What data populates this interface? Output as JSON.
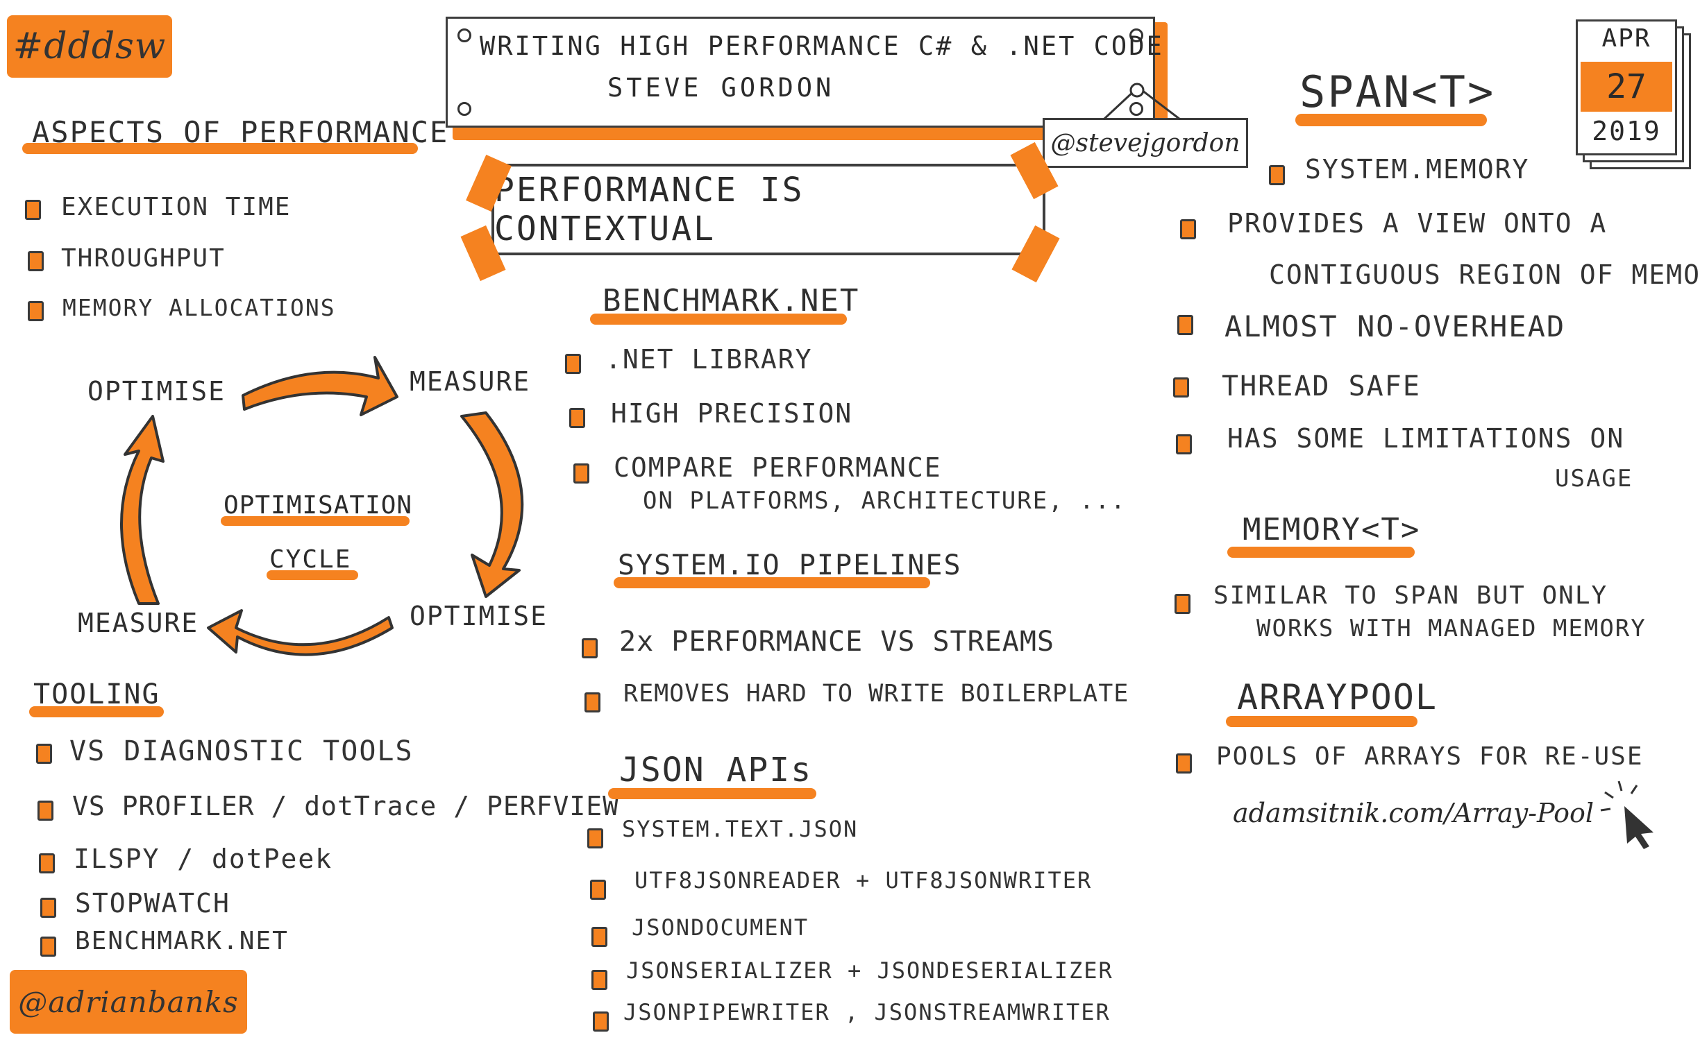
{
  "hashtag": "#dddsw",
  "author_handle": "@adrianbanks",
  "title": {
    "line1": "WRITING HIGH PERFORMANCE C# & .NET CODE",
    "speaker": "STEVE GORDON",
    "speaker_handle": "@stevejgordon"
  },
  "date": {
    "month": "APR",
    "day": "27",
    "year": "2019"
  },
  "banner": "PERFORMANCE IS CONTEXTUAL",
  "aspects": {
    "heading": "ASPECTS OF PERFORMANCE",
    "items": [
      "EXECUTION TIME",
      "THROUGHPUT",
      "MEMORY ALLOCATIONS"
    ]
  },
  "cycle": {
    "title_line1": "OPTIMISATION",
    "title_line2": "CYCLE",
    "labels": [
      "OPTIMISE",
      "MEASURE",
      "OPTIMISE",
      "MEASURE"
    ]
  },
  "tooling": {
    "heading": "TOOLING",
    "items": [
      "VS DIAGNOSTIC TOOLS",
      "VS PROFILER / dotTrace / PERFVIEW",
      "ILSPY / dotPeek",
      "STOPWATCH",
      "BENCHMARK.NET"
    ]
  },
  "benchmark": {
    "heading": "BENCHMARK.NET",
    "items": [
      ".NET LIBRARY",
      "HIGH PRECISION",
      "COMPARE PERFORMANCE",
      "ON PLATFORMS, ARCHITECTURE, ..."
    ]
  },
  "pipelines": {
    "heading": "SYSTEM.IO PIPELINES",
    "items": [
      "2x PERFORMANCE VS STREAMS",
      "REMOVES HARD TO WRITE BOILERPLATE"
    ]
  },
  "json": {
    "heading": "JSON APIs",
    "items": [
      "SYSTEM.TEXT.JSON",
      "UTF8JSONREADER + UTF8JSONWRITER",
      "JSONDOCUMENT",
      "JSONSERIALIZER + JSONDESERIALIZER",
      "JSONPIPEWRITER , JSONSTREAMWRITER"
    ]
  },
  "span": {
    "heading": "SPAN<T>",
    "items": [
      "SYSTEM.MEMORY",
      "PROVIDES A VIEW ONTO A",
      "CONTIGUOUS REGION OF MEMORY",
      "ALMOST NO-OVERHEAD",
      "THREAD SAFE",
      "HAS SOME LIMITATIONS ON",
      "USAGE"
    ]
  },
  "memory": {
    "heading": "MEMORY<T>",
    "items": [
      "SIMILAR TO SPAN BUT ONLY",
      "WORKS WITH MANAGED MEMORY"
    ]
  },
  "arraypool": {
    "heading": "ARRAYPOOL",
    "items": [
      "POOLS OF ARRAYS FOR RE-USE"
    ],
    "link": "adamsitnik.com/Array-Pool"
  },
  "colors": {
    "accent": "#f58220",
    "ink": "#2f2f2f"
  }
}
